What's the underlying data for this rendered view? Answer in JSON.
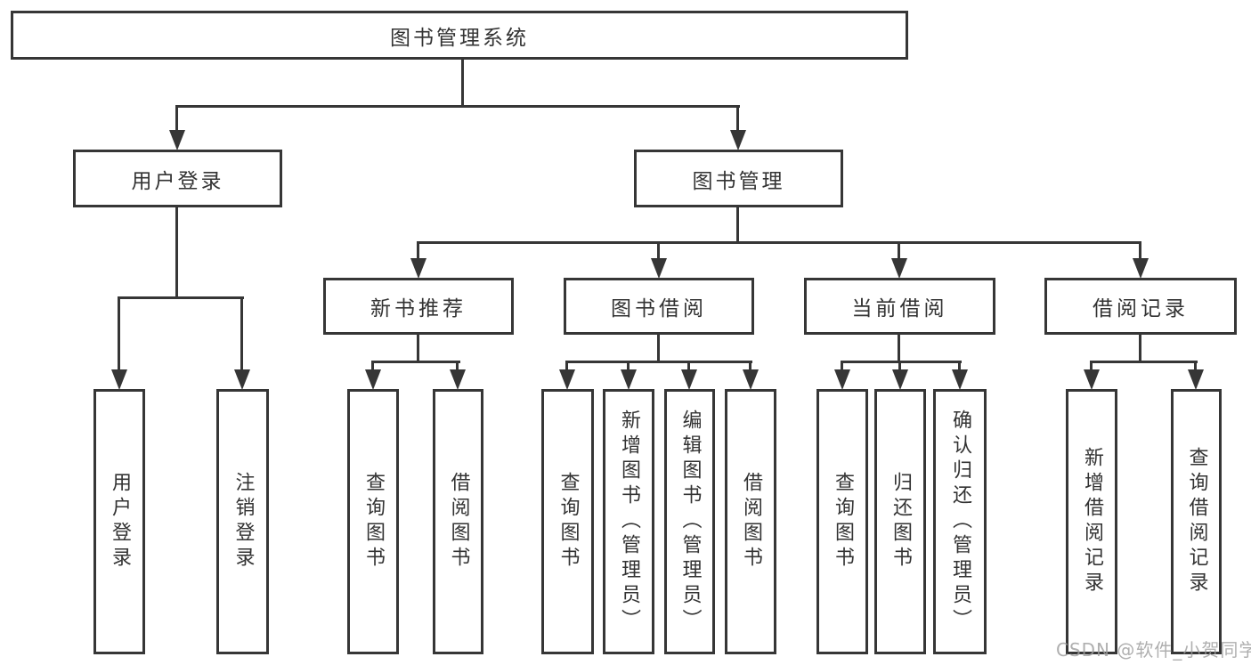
{
  "diagram": {
    "title": "图书管理系统",
    "watermark": "CSDN @软件_小贺同学",
    "colors": {
      "line": "#363636",
      "text": "#333333",
      "box_background": "#ffffff",
      "page_background": "#ffffff",
      "watermark": "#9e9e9e"
    },
    "nodes": {
      "root": {
        "label": "图书管理系统"
      },
      "user_login": {
        "label": "用户登录"
      },
      "book_mgmt": {
        "label": "图书管理"
      },
      "new_book_rec": {
        "label": "新书推荐"
      },
      "book_borrow": {
        "label": "图书借阅"
      },
      "current_borrow": {
        "label": "当前借阅"
      },
      "borrow_records": {
        "label": "借阅记录"
      },
      "leaf_user_login": {
        "label": "用户登录"
      },
      "leaf_logout": {
        "label": "注销登录"
      },
      "leaf_query_book_1": {
        "label": "查询图书"
      },
      "leaf_borrow_book_1": {
        "label": "借阅图书"
      },
      "leaf_query_book_2": {
        "label": "查询图书"
      },
      "leaf_add_book": {
        "label": "新增图书（管理员）"
      },
      "leaf_edit_book": {
        "label": "编辑图书（管理员）"
      },
      "leaf_borrow_book_2": {
        "label": "借阅图书"
      },
      "leaf_query_book_3": {
        "label": "查询图书"
      },
      "leaf_return_book": {
        "label": "归还图书"
      },
      "leaf_confirm_return": {
        "label": "确认归还（管理员）"
      },
      "leaf_add_record": {
        "label": "新增借阅记录"
      },
      "leaf_query_record": {
        "label": "查询借阅记录"
      }
    }
  }
}
